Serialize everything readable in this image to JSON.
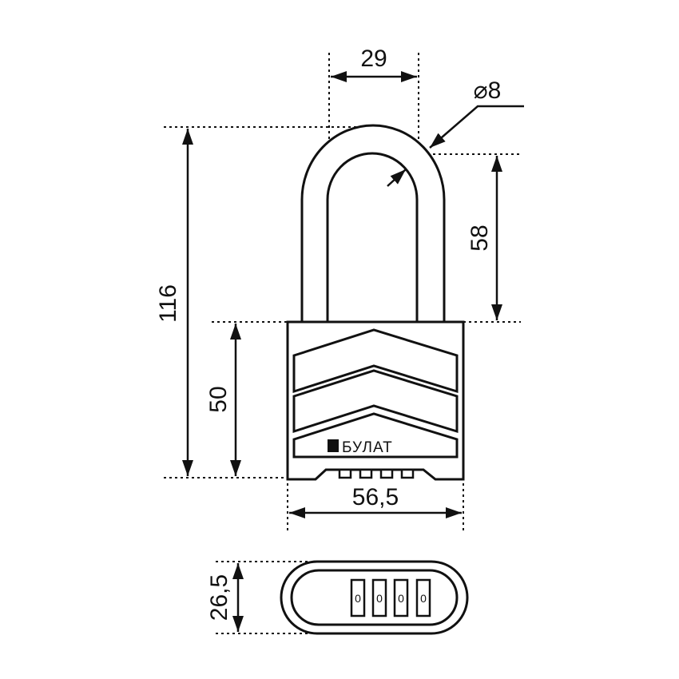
{
  "dimensions": {
    "shackle_width": "29",
    "shackle_diameter": "⌀8",
    "total_height": "116",
    "shackle_clearance": "58",
    "body_height": "50",
    "body_width": "56,5",
    "body_depth": "26,5"
  },
  "brand": "БУЛАТ",
  "dials": [
    "0",
    "0",
    "0",
    "0"
  ],
  "colors": {
    "line": "#111111",
    "background": "#ffffff"
  }
}
